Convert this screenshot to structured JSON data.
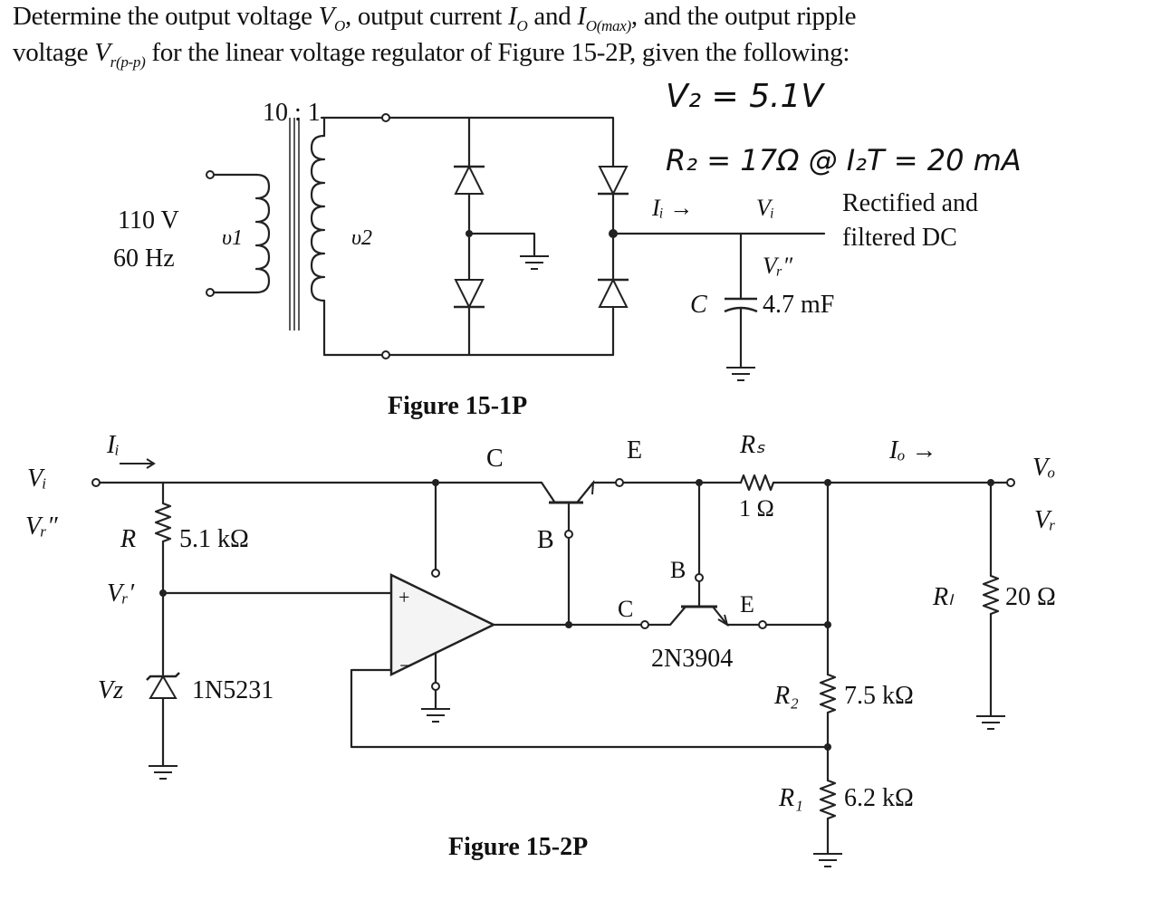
{
  "question": {
    "line1": {
      "prefix": "Determine the output voltage ",
      "vo_var": "V",
      "vo_sub": "O",
      "mid1": ", output current ",
      "io_var": "I",
      "io_sub": "O",
      "mid2": " and ",
      "iomax_var": "I",
      "iomax_sub": "O(max)",
      "suffix": ", and the output ripple"
    },
    "line2": {
      "prefix": "voltage ",
      "vr_var": "V",
      "vr_sub": "r(p-p)",
      "suffix": " for the linear voltage regulator of Figure 15-2P, given the following:"
    }
  },
  "handwritten": {
    "vz": "V₂ = 5.1V",
    "rz": "R₂ = 17Ω @ I₂T = 20 mA"
  },
  "figure1": {
    "ratio": "10 : 1",
    "source_v": "110 V",
    "source_f": "60 Hz",
    "v1": "υ1",
    "v2": "υ2",
    "ii": "Iᵢ →",
    "vi": "Vᵢ",
    "vr2": "Vᵣ″",
    "c_label": "C",
    "c_value": "4.7 mF",
    "rect_line1": "Rectified and",
    "rect_line2": "filtered DC",
    "caption": "Figure 15-1P"
  },
  "figure2": {
    "ii": "Iᵢ",
    "vi": "Vᵢ",
    "vr2": "Vᵣ″",
    "r_label": "R",
    "r_value": "5.1 kΩ",
    "vr1": "Vᵣ′",
    "vz": "Vᴢ",
    "zener": "1N5231",
    "q1_c": "C",
    "q1_b": "B",
    "q1_e": "E",
    "rs_label": "Rₛ",
    "rs_value": "1 Ω",
    "io": "Iₒ →",
    "vo": "Vₒ",
    "vr": "Vᵣ",
    "q2_b": "B",
    "q2_c": "C",
    "q2_e": "E",
    "q2_part": "2N3904",
    "rl_label": "Rₗ",
    "rl_value": "20 Ω",
    "r2_label": "R₂",
    "r2_value": "7.5 kΩ",
    "r1_label": "R₁",
    "r1_value": "6.2 kΩ",
    "opamp_plus": "+",
    "opamp_minus": "−",
    "caption": "Figure 15-2P"
  }
}
